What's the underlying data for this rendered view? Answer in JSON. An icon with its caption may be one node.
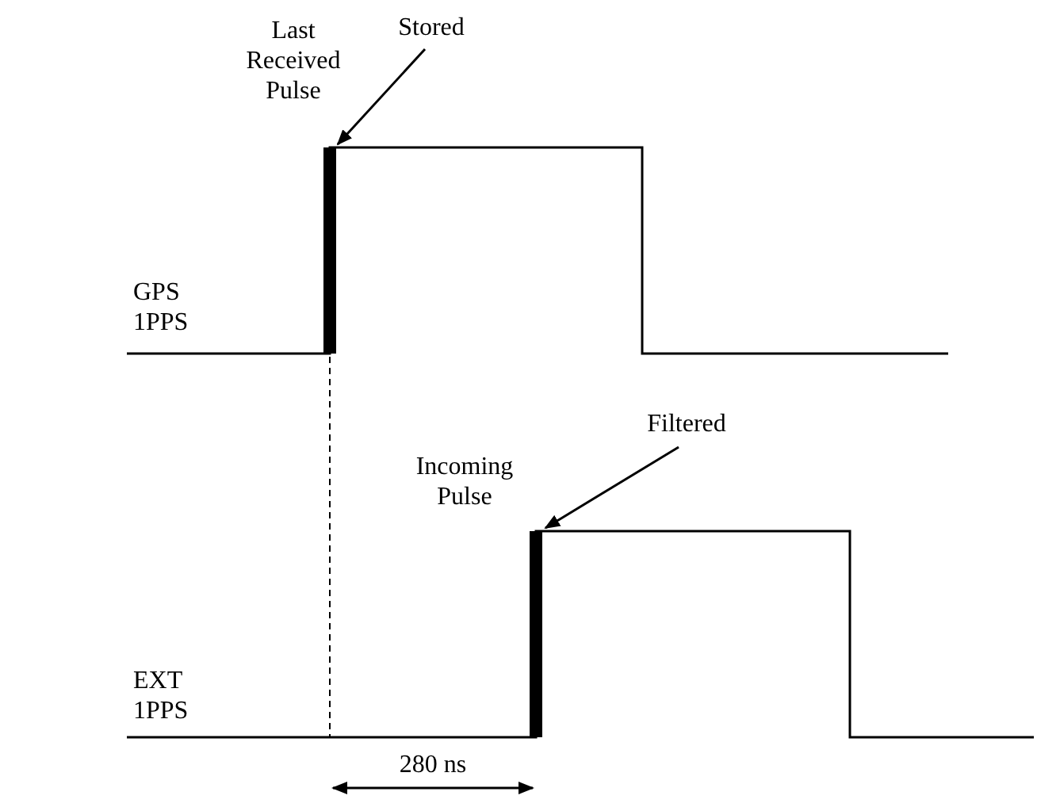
{
  "diagram": {
    "nodes": [
      {
        "text": [
          "Stored"
        ]
      },
      {
        "text": [],
        "shape": "bar"
      },
      {
        "text": [
          "Filtered"
        ]
      },
      {
        "text": [],
        "shape": "bar"
      }
    ],
    "edges": [
      {
        "from": 0,
        "to": 1,
        "arrow": "to"
      },
      {
        "from": 2,
        "to": 3,
        "arrow": "to"
      }
    ],
    "labels": [
      "Last Received Pulse",
      "GPS 1PPS",
      "Incoming Pulse",
      "EXT 1PPS",
      "280 ns"
    ]
  }
}
